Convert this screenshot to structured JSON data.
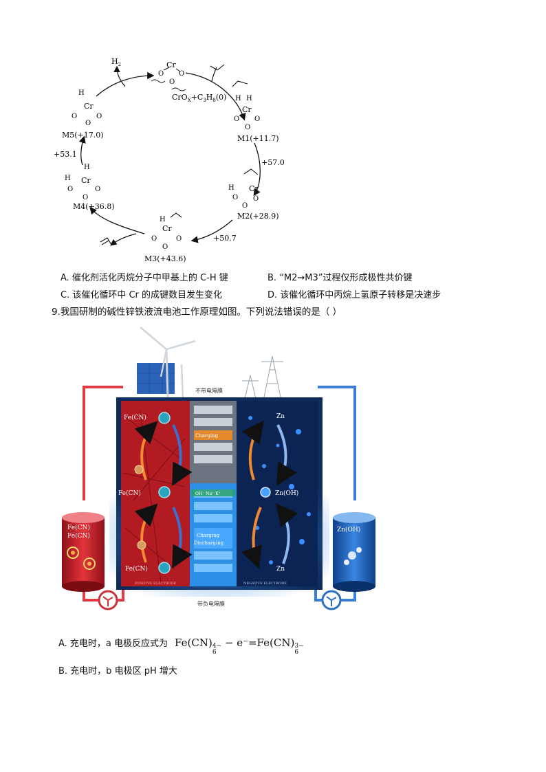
{
  "cycle": {
    "h2": "H",
    "h2_sub": "2",
    "top_reactant": "CrO",
    "top_reactant_sub1": "X",
    "top_reactant_mid": "+C",
    "top_reactant_sub2": "3",
    "top_reactant_mid2": "H",
    "top_reactant_sub3": "8",
    "top_reactant_end": "(0)",
    "m1": "M1(+11.7)",
    "m2": "M2(+28.9)",
    "m3": "M3(+43.6)",
    "m4": "M4(+36.8)",
    "m5": "M5(+17.0)",
    "e_m1_m2": "+57.0",
    "e_m2_m3": "+50.7",
    "e_m4_m5": "+53.1",
    "cr": "Cr",
    "o": "O",
    "h": "H"
  },
  "q8_options": {
    "a": "A. 催化剂活化丙烷分子中甲基上的 C-H 键",
    "b": "B. “M2→M3”过程仅形成极性共价键",
    "c": "C. 该催化循环中 Cr 的成键数目发生变化",
    "d": "D. 该催化循环中丙烷上氢原子转移是决速步"
  },
  "q9": {
    "stem": "9.我国研制的碱性锌铁液流电池工作原理如图。下列说法错误的是（     ）",
    "label_top": "不带电隔膜",
    "label_bottom": "带负电隔膜",
    "fecn_label": "Fe(CN)",
    "zn_label": "Zn",
    "znoh_label": "Zn(OH)",
    "charging": "Charging",
    "discharging": "Discharging",
    "pos_electrode": "POSITIVE ELECTRODE",
    "neg_electrode": "NEGATIVE ELECTRODE",
    "oh_label": "OH⁻ Na⁺ K⁺",
    "option_a_text": "A. 充电时，a 电极反应式为",
    "option_a_formula_left": "Fe(CN)",
    "option_a_sup1": "4−",
    "option_a_sub1": "6",
    "option_a_mid": " − e⁻=Fe(CN)",
    "option_a_sup2": "3−",
    "option_a_sub2": "6",
    "option_b": "B. 充电时，b 电极区 pH 增大"
  }
}
